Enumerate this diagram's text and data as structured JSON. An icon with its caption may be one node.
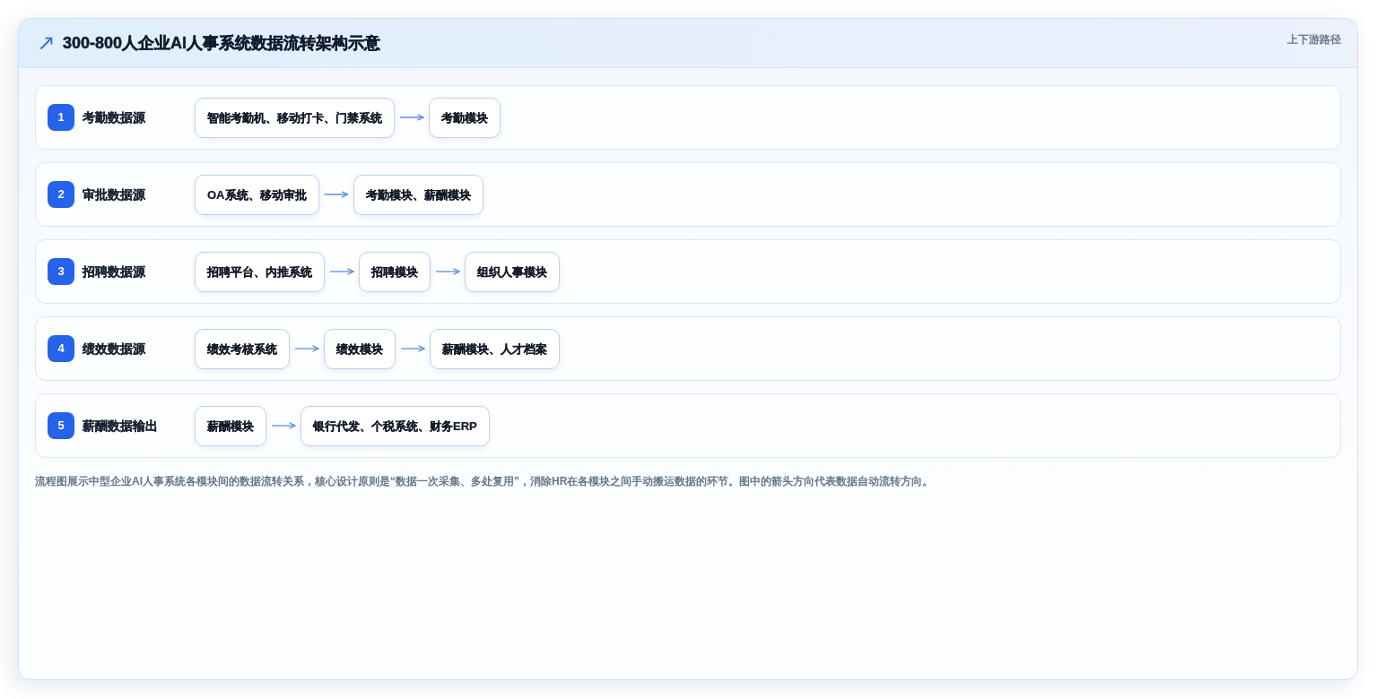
{
  "diagram": {
    "title": "300-800人企业AI人事系统数据流转架构示意",
    "labels": [
      "上下游路径"
    ],
    "nodes": [
      {
        "text": [
          "考勤数据源"
        ]
      },
      {
        "text": [
          "1"
        ],
        "in": 0
      },
      {
        "text": [
          "智能考勤机、移动打卡、门禁系统"
        ],
        "in": 0
      },
      {
        "text": [
          "考勤模块"
        ],
        "in": 0
      },
      {
        "text": [
          "审批数据源"
        ]
      },
      {
        "text": [
          "2"
        ],
        "in": 4
      },
      {
        "text": [
          "OA系统、移动审批"
        ],
        "in": 4
      },
      {
        "text": [
          "考勤模块、薪酬模块"
        ],
        "in": 4
      },
      {
        "text": [
          "招聘数据源"
        ]
      },
      {
        "text": [
          "3"
        ],
        "in": 8
      },
      {
        "text": [
          "招聘平台、内推系统"
        ],
        "in": 8
      },
      {
        "text": [
          "招聘模块"
        ],
        "in": 8
      },
      {
        "text": [
          "组织人事模块"
        ],
        "in": 8
      },
      {
        "text": [
          "绩效数据源"
        ]
      },
      {
        "text": [
          "4"
        ],
        "in": 13
      },
      {
        "text": [
          "绩效考核系统"
        ],
        "in": 13
      },
      {
        "text": [
          "绩效模块"
        ],
        "in": 13
      },
      {
        "text": [
          "薪酬模块、人才档案"
        ],
        "in": 13
      },
      {
        "text": [
          "薪酬数据输出"
        ]
      },
      {
        "text": [
          "5"
        ],
        "in": 18
      },
      {
        "text": [
          "薪酬模块"
        ],
        "in": 18
      },
      {
        "text": [
          "银行代发、个税系统、财务ERP"
        ],
        "in": 18
      }
    ],
    "edges": [
      {
        "from": 2,
        "to": 3,
        "arrow": "to"
      },
      {
        "from": 6,
        "to": 7,
        "arrow": "to"
      },
      {
        "from": 10,
        "to": 11,
        "arrow": "to"
      },
      {
        "from": 11,
        "to": 12,
        "arrow": "to"
      },
      {
        "from": 15,
        "to": 16,
        "arrow": "to"
      },
      {
        "from": 16,
        "to": 17,
        "arrow": "to"
      },
      {
        "from": 20,
        "to": 21,
        "arrow": "to"
      }
    ],
    "caption": "流程图展示中型企业AI人事系统各模块间的数据流转关系，核心设计原则是“数据一次采集、多处复用”，消除HR在各模块之间手动搬运数据的环节。图中的箭头方向代表数据自动流转方向。"
  }
}
